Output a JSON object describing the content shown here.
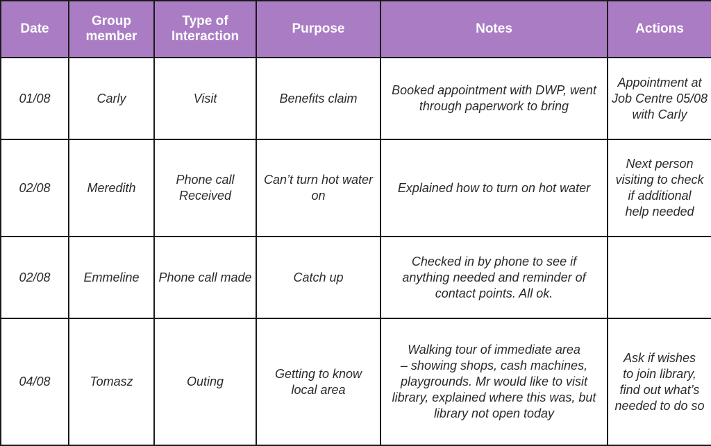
{
  "table": {
    "headers": {
      "date": "Date",
      "group_member": [
        "Group",
        "member"
      ],
      "type": [
        "Type of",
        "Interaction"
      ],
      "purpose": "Purpose",
      "notes": "Notes",
      "actions": "Actions"
    },
    "rows": [
      {
        "date": "01/08",
        "member": "Carly",
        "type": [
          "Visit"
        ],
        "purpose": [
          "Benefits claim"
        ],
        "notes": [
          "Booked appointment with DWP, went",
          "through paperwork to bring"
        ],
        "actions": [
          "Appointment at",
          "Job Centre 05/08",
          "with Carly"
        ]
      },
      {
        "date": "02/08",
        "member": "Meredith",
        "type": [
          "Phone call",
          "Received"
        ],
        "purpose": [
          "Can’t turn hot water",
          "on"
        ],
        "notes": [
          "Explained how to turn on hot water"
        ],
        "actions": [
          "Next person",
          "visiting to check",
          "if additional",
          "help needed"
        ]
      },
      {
        "date": "02/08",
        "member": "Emmeline",
        "type": [
          "Phone call made"
        ],
        "purpose": [
          "Catch up"
        ],
        "notes": [
          "Checked in by phone to see if",
          "anything needed and reminder of",
          "contact points. All ok."
        ],
        "actions": []
      },
      {
        "date": "04/08",
        "member": "Tomasz",
        "type": [
          "Outing"
        ],
        "purpose": [
          "Getting to know",
          "local area"
        ],
        "notes": [
          "Walking tour of immediate area",
          "– showing shops, cash machines,",
          "playgrounds. Mr would like to visit",
          "library, explained where this was, but",
          "library not open today"
        ],
        "actions": [
          "Ask if wishes",
          "to join library,",
          "find out what’s",
          "needed to do so"
        ]
      }
    ]
  }
}
